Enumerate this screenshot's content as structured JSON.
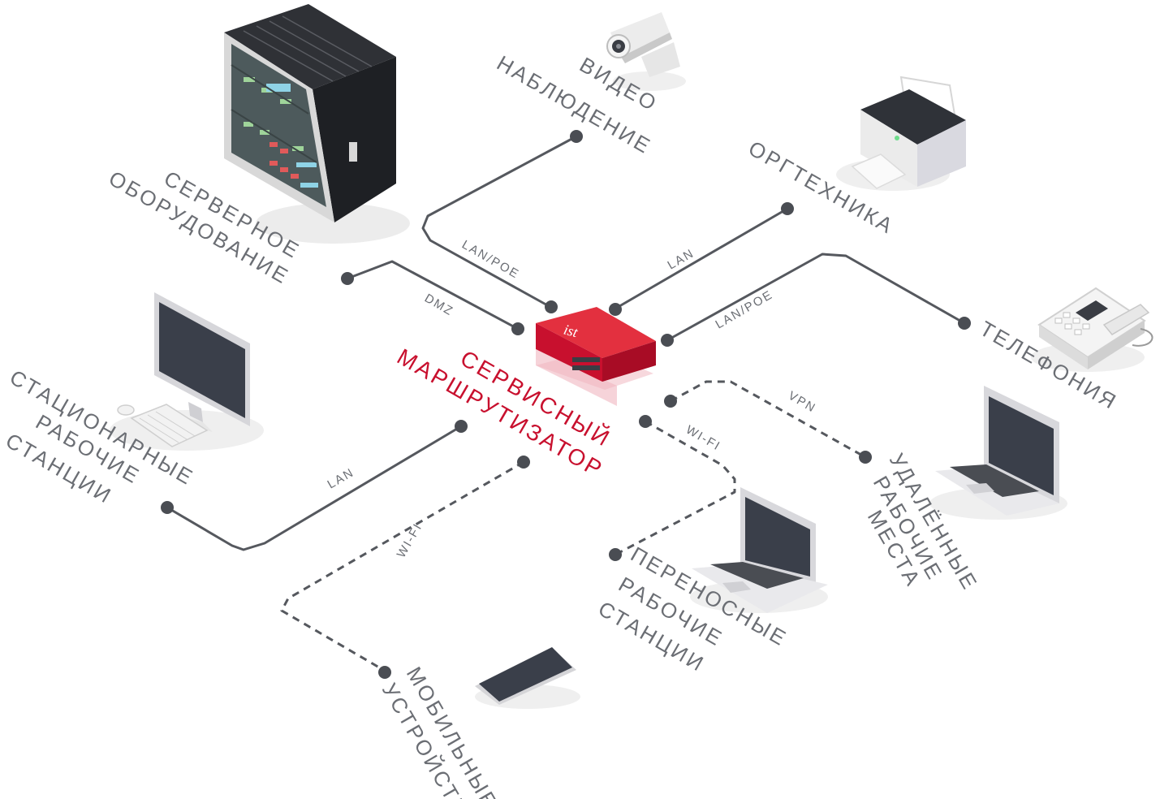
{
  "center": {
    "label_line1": "СЕРВИСНЫЙ",
    "label_line2": "МАРШРУТИЗАТОР",
    "logo_text": "ist"
  },
  "nodes": {
    "server": {
      "line1": "СЕРВЕРНОЕ",
      "line2": "ОБОРУДОВАНИЕ",
      "icon": "server-rack-icon"
    },
    "video": {
      "line1": "ВИДЕО",
      "line2": "НАБЛЮДЕНИЕ",
      "icon": "cctv-camera-icon"
    },
    "office": {
      "line1": "ОРГТЕХНИКА",
      "icon": "printer-icon"
    },
    "telephony": {
      "line1": "ТЕЛЕФОНИЯ",
      "icon": "desk-phone-icon"
    },
    "remote": {
      "line1": "УДАЛЁННЫЕ",
      "line2": "РАБОЧИЕ",
      "line3": "МЕСТА",
      "icon": "laptop-icon"
    },
    "portable": {
      "line1": "ПЕРЕНОСНЫЕ",
      "line2": "РАБОЧИЕ",
      "line3": "СТАНЦИИ",
      "icon": "laptop-icon"
    },
    "mobile": {
      "line1": "МОБИЛЬНЫЕ",
      "line2": "УСТРОЙСТВА",
      "icon": "tablet-icon"
    },
    "desktop": {
      "line1": "СТАЦИОНАРНЫЕ",
      "line2": "РАБОЧИЕ",
      "line3": "СТАНЦИИ",
      "icon": "desktop-monitor-icon"
    }
  },
  "links": {
    "dmz": "DMZ",
    "video": "LAN/POE",
    "office": "LAN",
    "telephony": "LAN/POE",
    "remote": "VPN",
    "portable": "WI-FI",
    "mobile": "WI-FI",
    "desktop": "LAN"
  },
  "colors": {
    "accent": "#c8102e",
    "line": "#55585e",
    "text": "#6b6e74"
  }
}
